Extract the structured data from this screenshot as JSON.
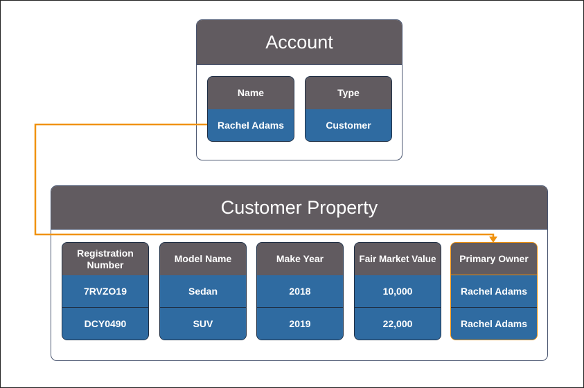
{
  "account": {
    "title": "Account",
    "fields": [
      {
        "label": "Name",
        "value": "Rachel Adams"
      },
      {
        "label": "Type",
        "value": "Customer"
      }
    ]
  },
  "customer_property": {
    "title": "Customer Property",
    "fields": [
      {
        "label": "Registration Number",
        "values": [
          "7RVZO19",
          "DCY0490"
        ]
      },
      {
        "label": "Model Name",
        "values": [
          "Sedan",
          "SUV"
        ]
      },
      {
        "label": "Make Year",
        "values": [
          "2018",
          "2019"
        ]
      },
      {
        "label": "Fair Market Value",
        "values": [
          "10,000",
          "22,000"
        ]
      },
      {
        "label": "Primary Owner",
        "values": [
          "Rachel Adams",
          "Rachel Adams"
        ]
      }
    ]
  },
  "colors": {
    "header_gray": "#615b60",
    "value_blue": "#2f6ba1",
    "connector_orange": "#f0920f"
  }
}
